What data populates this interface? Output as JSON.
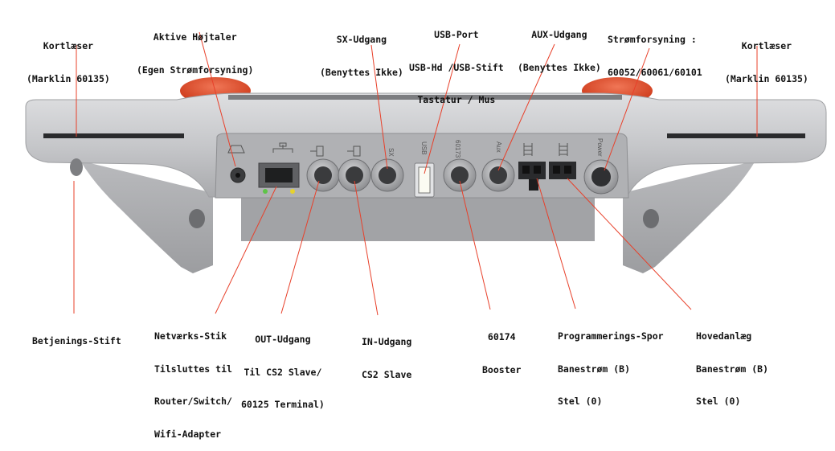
{
  "colors": {
    "leader_line": "#e8402a",
    "body": "#c9cacc",
    "body_dark": "#8f9194",
    "panel": "#a9aaad",
    "knob": "#e5512f",
    "text": "#111111"
  },
  "panel_glyphs": [
    "SX",
    "USB",
    "60173",
    "Aux",
    "Power"
  ],
  "labels": {
    "cardreader_left": [
      "Kortlæser",
      "(Marklin 60135)"
    ],
    "speaker": [
      "Aktive Højtaler",
      "(Egen Strømforsyning)"
    ],
    "sx": [
      "SX-Udgang",
      "(Benyttes Ikke)"
    ],
    "usb": [
      "USB-Port",
      "USB-Hd /USB-Stift",
      "Tastatur / Mus"
    ],
    "aux": [
      "AUX-Udgang",
      "(Benyttes Ikke)"
    ],
    "power": [
      "Strømforsyning :",
      "60052/60061/60101"
    ],
    "cardreader_right": [
      "Kortlæser",
      "(Marklin 60135)"
    ],
    "stylus": [
      "Betjenings-Stift"
    ],
    "network": [
      "Netværks-Stik",
      "Tilsluttes til",
      "Router/Switch/",
      "Wifi-Adapter"
    ],
    "out": [
      "OUT-Udgang",
      "Til CS2 Slave/",
      "60125 Terminal)"
    ],
    "in": [
      "IN-Udgang",
      "CS2 Slave"
    ],
    "booster": [
      "60174",
      "Booster"
    ],
    "programming": [
      "Programmerings-Spor",
      "Banestrøm (B)",
      "Stel (0)"
    ],
    "main": [
      "Hovedanlæg",
      "Banestrøm (B)",
      "Stel (0)"
    ]
  }
}
